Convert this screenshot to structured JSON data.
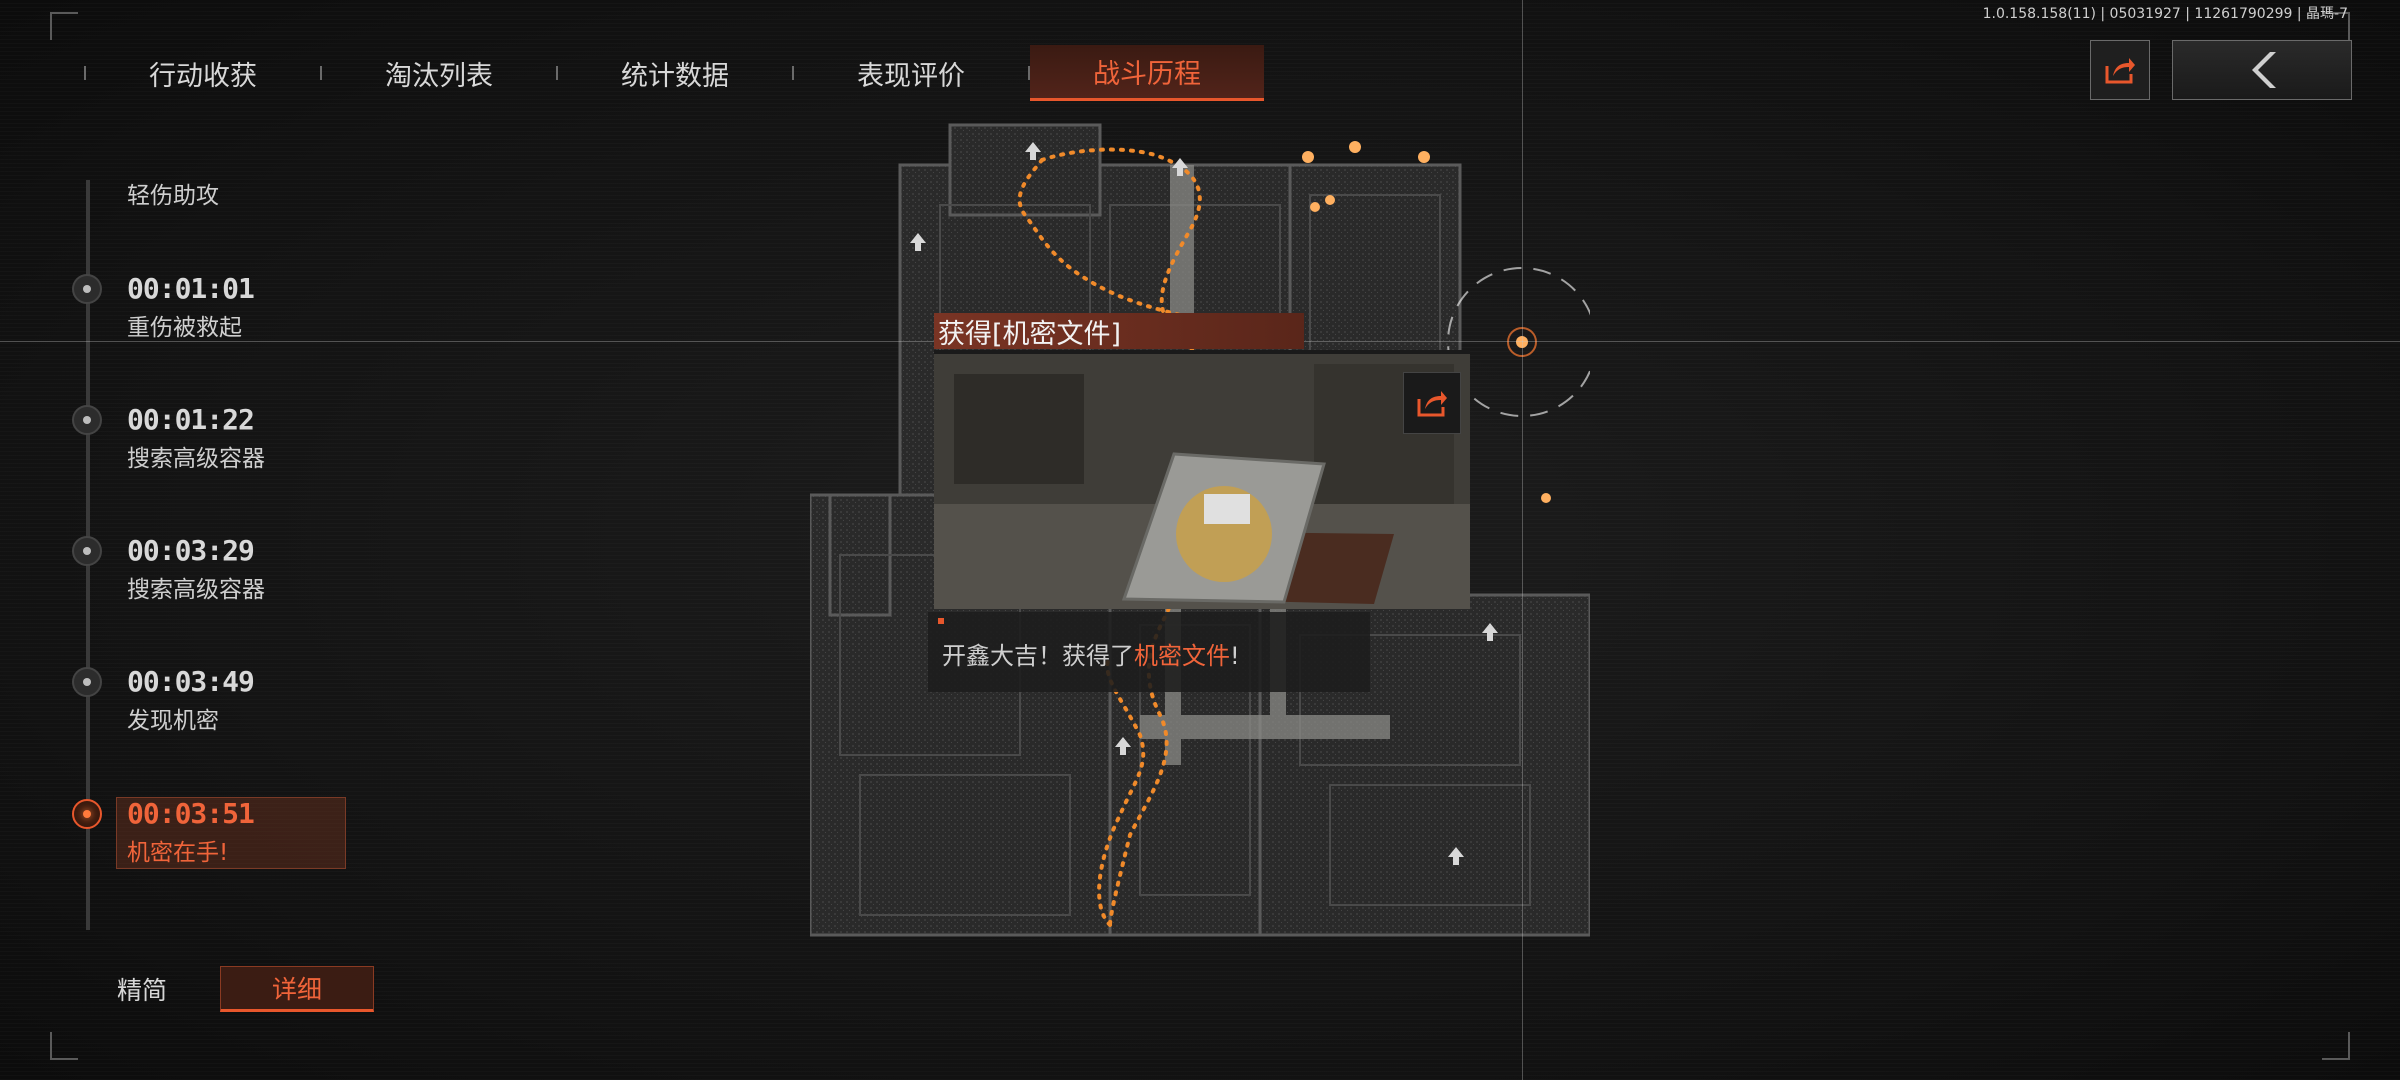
{
  "version": "1.0.158.158(11) | 05031927 | 11261790299 | 晶瑪-7",
  "tabs": [
    {
      "label": "行动收获",
      "active": false
    },
    {
      "label": "淘汰列表",
      "active": false
    },
    {
      "label": "统计数据",
      "active": false
    },
    {
      "label": "表现评价",
      "active": false
    },
    {
      "label": "战斗历程",
      "active": true
    }
  ],
  "timeline": {
    "partial_first_label": "轻伤助攻",
    "events": [
      {
        "time": "00:01:01",
        "label": "重伤被救起",
        "active": false
      },
      {
        "time": "00:01:22",
        "label": "搜索高级容器",
        "active": false
      },
      {
        "time": "00:03:29",
        "label": "搜索高级容器",
        "active": false
      },
      {
        "time": "00:03:49",
        "label": "发现机密",
        "active": false
      },
      {
        "time": "00:03:51",
        "label": "机密在手!",
        "active": true
      }
    ]
  },
  "view_mode": {
    "simple": "精简",
    "detail": "详细",
    "selected": "detail"
  },
  "popup": {
    "title": "获得[机密文件]",
    "message_prefix": "开鑫大吉！获得了",
    "message_highlight": "机密文件",
    "message_suffix": "!"
  },
  "colors": {
    "accent": "#e8572c",
    "route": "#f08a2a",
    "background": "#141414"
  },
  "icons": [
    "share-icon",
    "back-arrow-icon",
    "extract-marker-icon"
  ]
}
